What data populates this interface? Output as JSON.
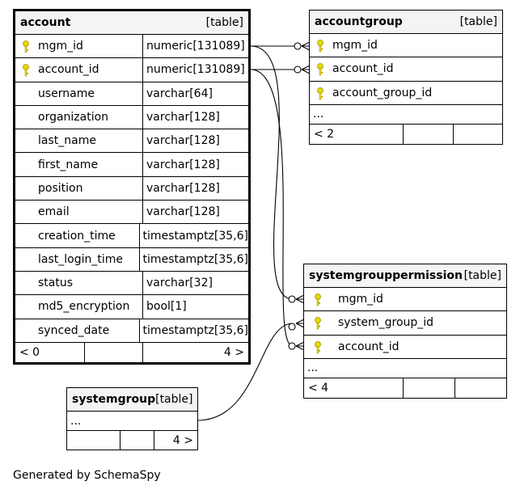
{
  "tables": {
    "account": {
      "name": "account",
      "kind": "[table]",
      "columns": [
        {
          "name": "mgm_id",
          "type": "numeric[131089]",
          "key": true
        },
        {
          "name": "account_id",
          "type": "numeric[131089]",
          "key": true
        },
        {
          "name": "username",
          "type": "varchar[64]",
          "key": false
        },
        {
          "name": "organization",
          "type": "varchar[128]",
          "key": false
        },
        {
          "name": "last_name",
          "type": "varchar[128]",
          "key": false
        },
        {
          "name": "first_name",
          "type": "varchar[128]",
          "key": false
        },
        {
          "name": "position",
          "type": "varchar[128]",
          "key": false
        },
        {
          "name": "email",
          "type": "varchar[128]",
          "key": false
        },
        {
          "name": "creation_time",
          "type": "timestamptz[35,6]",
          "key": false
        },
        {
          "name": "last_login_time",
          "type": "timestamptz[35,6]",
          "key": false
        },
        {
          "name": "status",
          "type": "varchar[32]",
          "key": false
        },
        {
          "name": "md5_encryption",
          "type": "bool[1]",
          "key": false
        },
        {
          "name": "synced_date",
          "type": "timestamptz[35,6]",
          "key": false
        }
      ],
      "footer_left": "< 0",
      "footer_right": "4 >"
    },
    "accountgroup": {
      "name": "accountgroup",
      "kind": "[table]",
      "columns": [
        {
          "name": "mgm_id",
          "key": true
        },
        {
          "name": "account_id",
          "key": true
        },
        {
          "name": "account_group_id",
          "key": true
        }
      ],
      "ellipsis": "...",
      "footer_left": "< 2",
      "footer_right": ""
    },
    "systemgrouppermission": {
      "name": "systemgrouppermission",
      "kind": "[table]",
      "columns": [
        {
          "name": "mgm_id",
          "key": true
        },
        {
          "name": "system_group_id",
          "key": true
        },
        {
          "name": "account_id",
          "key": true
        }
      ],
      "ellipsis": "...",
      "footer_left": "< 4",
      "footer_right": ""
    },
    "systemgroup": {
      "name": "systemgroup",
      "kind": "[table]",
      "ellipsis": "...",
      "footer_left": "",
      "footer_right": "4 >"
    }
  },
  "credit": "Generated by SchemaSpy",
  "colors": {
    "key": "#e6d800",
    "key_stroke": "#a09400"
  }
}
